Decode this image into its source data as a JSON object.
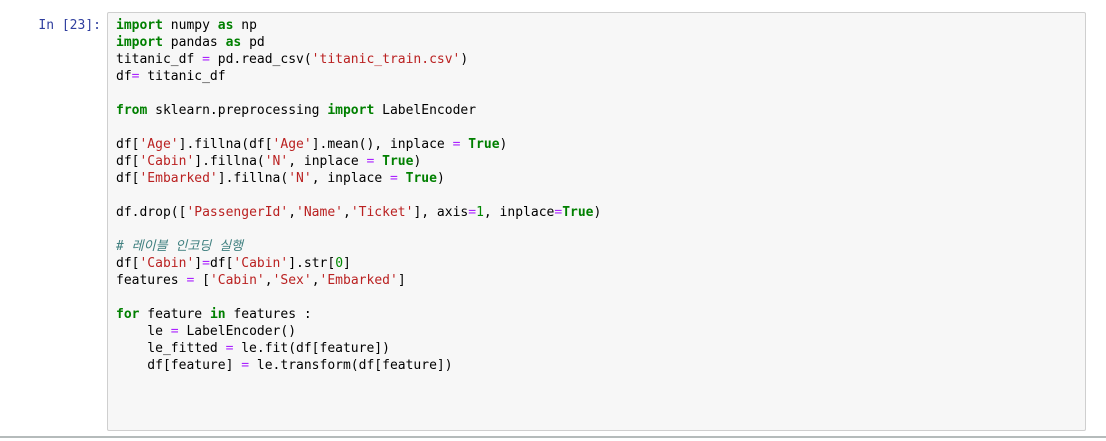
{
  "notebook": {
    "cell_prompt": "In [23]:",
    "colors": {
      "prompt": "#303F9F",
      "keyword": "#008000",
      "string": "#BA2121",
      "comment": "#408080",
      "operator": "#AA22FF",
      "number": "#008800",
      "text": "#000000",
      "cell_background": "#F7F7F7",
      "cell_border": "#CFCFCF",
      "page_divider": "#B5BBBB"
    },
    "code_lines": [
      [
        {
          "t": "import",
          "s": "kw"
        },
        {
          "t": " numpy ",
          "s": ""
        },
        {
          "t": "as",
          "s": "kw"
        },
        {
          "t": " np",
          "s": ""
        }
      ],
      [
        {
          "t": "import",
          "s": "kw"
        },
        {
          "t": " pandas ",
          "s": ""
        },
        {
          "t": "as",
          "s": "kw"
        },
        {
          "t": " pd",
          "s": ""
        }
      ],
      [
        {
          "t": "titanic_df ",
          "s": ""
        },
        {
          "t": "=",
          "s": "op"
        },
        {
          "t": " pd.read_csv(",
          "s": ""
        },
        {
          "t": "'titanic_train.csv'",
          "s": "str"
        },
        {
          "t": ")",
          "s": ""
        }
      ],
      [
        {
          "t": "df",
          "s": ""
        },
        {
          "t": "=",
          "s": "op"
        },
        {
          "t": " titanic_df",
          "s": ""
        }
      ],
      [],
      [
        {
          "t": "from",
          "s": "kw"
        },
        {
          "t": " sklearn.preprocessing ",
          "s": ""
        },
        {
          "t": "import",
          "s": "kw"
        },
        {
          "t": " LabelEncoder",
          "s": ""
        }
      ],
      [],
      [
        {
          "t": "df[",
          "s": ""
        },
        {
          "t": "'Age'",
          "s": "str"
        },
        {
          "t": "].fillna(df[",
          "s": ""
        },
        {
          "t": "'Age'",
          "s": "str"
        },
        {
          "t": "].mean(), inplace ",
          "s": ""
        },
        {
          "t": "=",
          "s": "op"
        },
        {
          "t": " ",
          "s": ""
        },
        {
          "t": "True",
          "s": "kw"
        },
        {
          "t": ")",
          "s": ""
        }
      ],
      [
        {
          "t": "df[",
          "s": ""
        },
        {
          "t": "'Cabin'",
          "s": "str"
        },
        {
          "t": "].fillna(",
          "s": ""
        },
        {
          "t": "'N'",
          "s": "str"
        },
        {
          "t": ", inplace ",
          "s": ""
        },
        {
          "t": "=",
          "s": "op"
        },
        {
          "t": " ",
          "s": ""
        },
        {
          "t": "True",
          "s": "kw"
        },
        {
          "t": ")",
          "s": ""
        }
      ],
      [
        {
          "t": "df[",
          "s": ""
        },
        {
          "t": "'Embarked'",
          "s": "str"
        },
        {
          "t": "].fillna(",
          "s": ""
        },
        {
          "t": "'N'",
          "s": "str"
        },
        {
          "t": ", inplace ",
          "s": ""
        },
        {
          "t": "=",
          "s": "op"
        },
        {
          "t": " ",
          "s": ""
        },
        {
          "t": "True",
          "s": "kw"
        },
        {
          "t": ")",
          "s": ""
        }
      ],
      [],
      [
        {
          "t": "df.drop([",
          "s": ""
        },
        {
          "t": "'PassengerId'",
          "s": "str"
        },
        {
          "t": ",",
          "s": ""
        },
        {
          "t": "'Name'",
          "s": "str"
        },
        {
          "t": ",",
          "s": ""
        },
        {
          "t": "'Ticket'",
          "s": "str"
        },
        {
          "t": "], axis",
          "s": ""
        },
        {
          "t": "=",
          "s": "op"
        },
        {
          "t": "1",
          "s": "num"
        },
        {
          "t": ", inplace",
          "s": ""
        },
        {
          "t": "=",
          "s": "op"
        },
        {
          "t": "True",
          "s": "kw"
        },
        {
          "t": ")",
          "s": ""
        }
      ],
      [],
      [
        {
          "t": "# 레이블 인코딩 실행",
          "s": "com"
        }
      ],
      [
        {
          "t": "df[",
          "s": ""
        },
        {
          "t": "'Cabin'",
          "s": "str"
        },
        {
          "t": "]",
          "s": ""
        },
        {
          "t": "=",
          "s": "op"
        },
        {
          "t": "df[",
          "s": ""
        },
        {
          "t": "'Cabin'",
          "s": "str"
        },
        {
          "t": "].str[",
          "s": ""
        },
        {
          "t": "0",
          "s": "num"
        },
        {
          "t": "]",
          "s": ""
        }
      ],
      [
        {
          "t": "features ",
          "s": ""
        },
        {
          "t": "=",
          "s": "op"
        },
        {
          "t": " [",
          "s": ""
        },
        {
          "t": "'Cabin'",
          "s": "str"
        },
        {
          "t": ",",
          "s": ""
        },
        {
          "t": "'Sex'",
          "s": "str"
        },
        {
          "t": ",",
          "s": ""
        },
        {
          "t": "'Embarked'",
          "s": "str"
        },
        {
          "t": "]",
          "s": ""
        }
      ],
      [],
      [
        {
          "t": "for",
          "s": "kw"
        },
        {
          "t": " feature ",
          "s": ""
        },
        {
          "t": "in",
          "s": "kw"
        },
        {
          "t": " features :",
          "s": ""
        }
      ],
      [
        {
          "t": "    le ",
          "s": ""
        },
        {
          "t": "=",
          "s": "op"
        },
        {
          "t": " LabelEncoder()",
          "s": ""
        }
      ],
      [
        {
          "t": "    le_fitted ",
          "s": ""
        },
        {
          "t": "=",
          "s": "op"
        },
        {
          "t": " le.fit(df[feature])",
          "s": ""
        }
      ],
      [
        {
          "t": "    df[feature] ",
          "s": ""
        },
        {
          "t": "=",
          "s": "op"
        },
        {
          "t": " le.transform(df[feature])",
          "s": ""
        }
      ],
      [],
      [],
      []
    ]
  }
}
